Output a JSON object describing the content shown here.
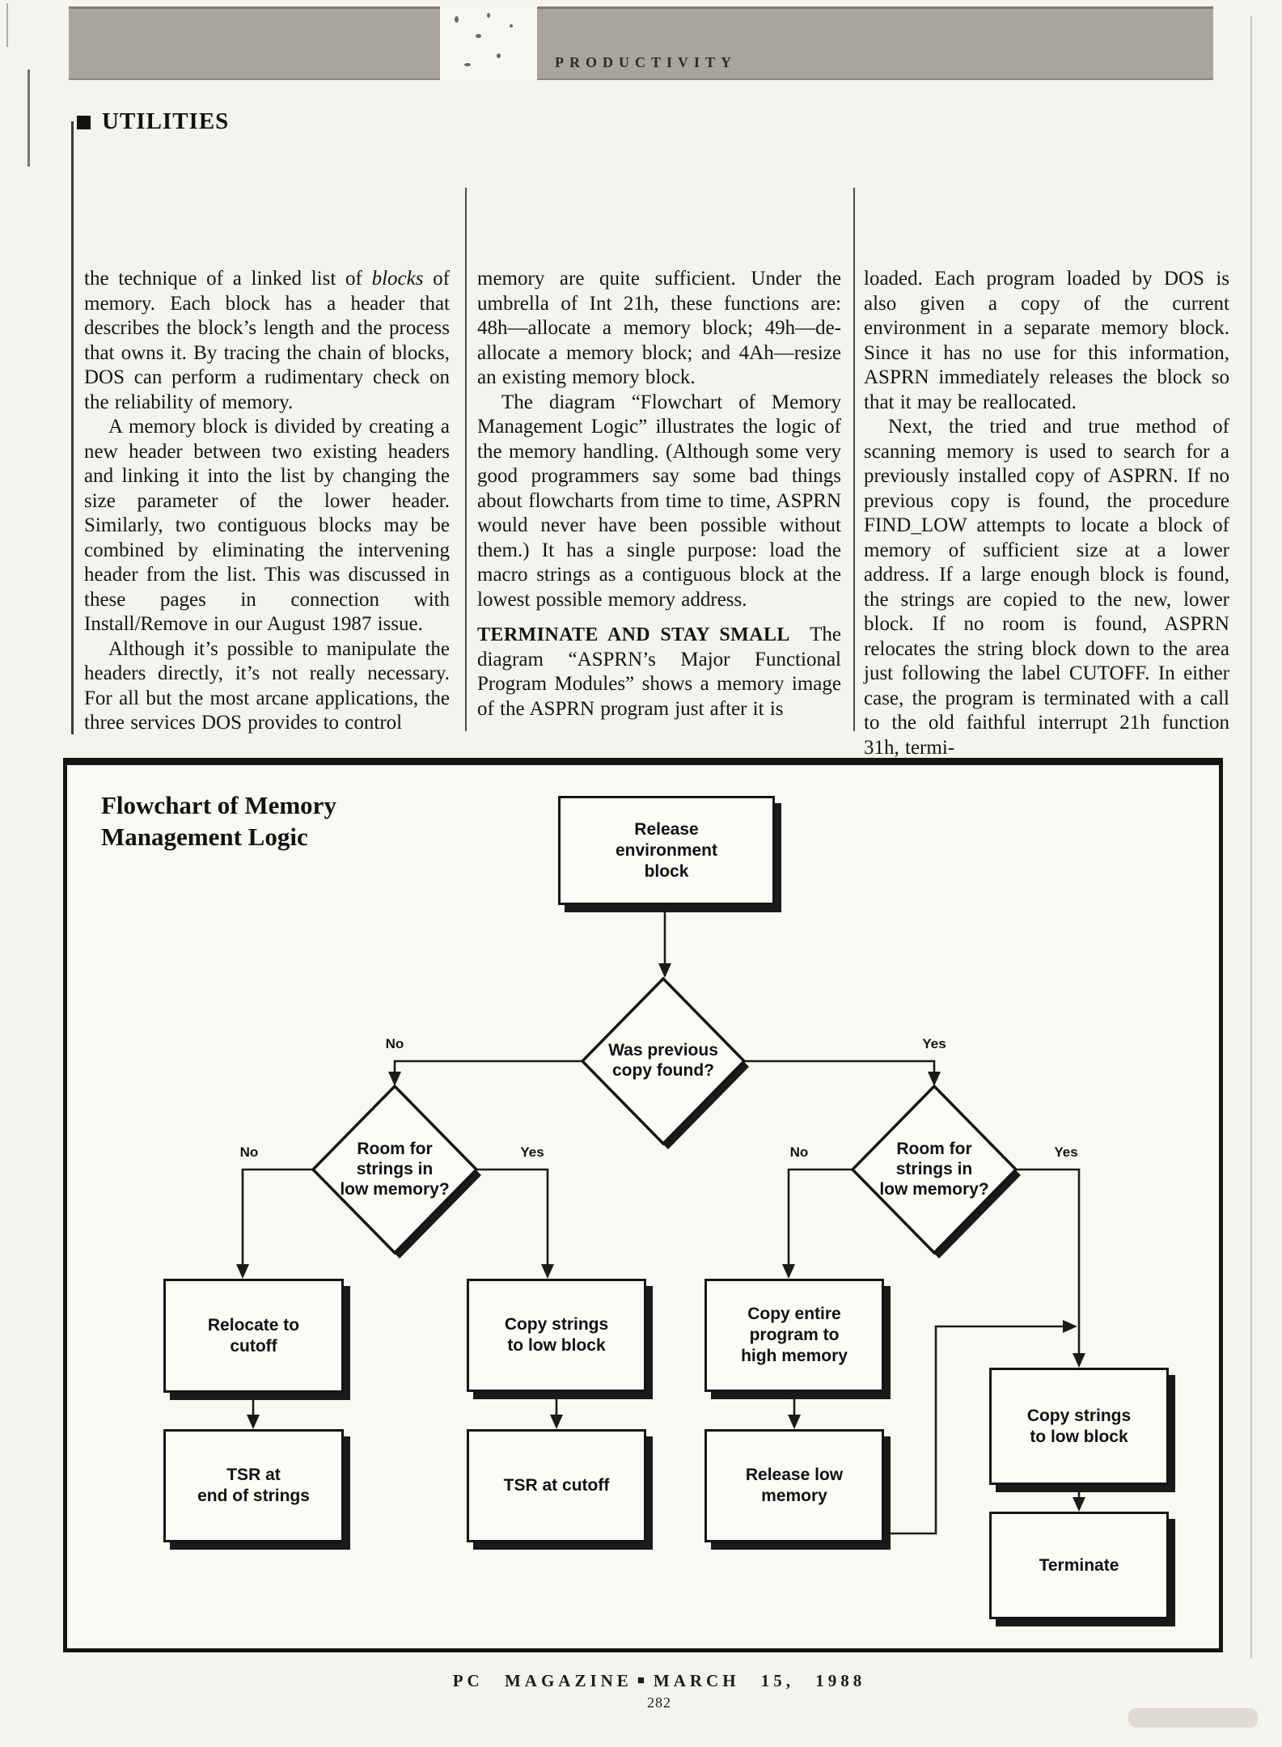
{
  "header": {
    "banner_label": "PRODUCTIVITY",
    "section_label": "UTILITIES"
  },
  "article": {
    "columns": [
      {
        "paragraphs": [
          {
            "text": "the technique of a linked list of *blocks* of memory. Each block has a header that describes the block’s length and the process that owns it. By tracing the chain of blocks, DOS can perform a rudimentary check on the reliability of memory."
          },
          {
            "text": "A memory block is divided by creating a new header between two existing headers and linking it into the list by changing the size parameter of the lower header. Similarly, two contiguous blocks may be combined by eliminating the intervening header from the list. This was discussed in these pages in connection with Install/Remove in our August 1987 issue."
          },
          {
            "text": "Although it’s possible to manipulate the headers directly, it’s not really necessary. For all but the most arcane applications, the three services DOS provides to control"
          }
        ]
      },
      {
        "paragraphs": [
          {
            "text": "memory are quite sufficient. Under the umbrella of Int 21h, these functions are: 48h—allocate a memory block; 49h—de-allocate a memory block; and 4Ah—resize an existing memory block."
          },
          {
            "text": "The diagram “Flowchart of Memory Management Logic” illustrates the logic of the memory handling. (Although some very good programmers say some bad things about flowcharts from time to time, ASPRN would never have been possible without them.) It has a single purpose: load the macro strings as a contiguous block at the lowest possible memory address."
          },
          {
            "lead": "TERMINATE AND STAY SMALL",
            "text": "The diagram “ASPRN’s Major Functional Program Modules” shows a memory image of the ASPRN program just after it is"
          }
        ]
      },
      {
        "paragraphs": [
          {
            "text": "loaded. Each program loaded by DOS is also given a copy of the current environment in a separate memory block. Since it has no use for this information, ASPRN immediately releases the block so that it may be reallocated."
          },
          {
            "text": "Next, the tried and true method of scanning memory is used to search for a previously installed copy of ASPRN. If no previous copy is found, the procedure FIND_LOW attempts to locate a block of memory of sufficient size at a lower address. If a large enough block is found, the strings are copied to the new, lower block. If no room is found, ASPRN relocates the string block down to the area just following the label CUTOFF. In either case, the program is terminated with a call to the old faithful interrupt 21h function 31h, termi-"
          }
        ]
      }
    ]
  },
  "chart": {
    "title_lines": [
      "Flowchart of Memory",
      "Management Logic"
    ],
    "nodes": {
      "release_env": "Release\nenvironment\nblock",
      "prev_copy": "Was previous\ncopy found?",
      "room_left": "Room for\nstrings in\nlow memory?",
      "room_right": "Room for\nstrings in\nlow memory?",
      "relocate": "Relocate to\ncutoff",
      "tsr_end": "TSR at\nend of strings",
      "copy_low_left": "Copy strings\nto low block",
      "tsr_cutoff": "TSR at cutoff",
      "copy_entire": "Copy entire\nprogram to\nhigh memory",
      "release_low": "Release low\nmemory",
      "copy_low_right": "Copy strings\nto low block",
      "terminate": "Terminate"
    },
    "labels": {
      "no1": "No",
      "yes1": "Yes",
      "no2": "No",
      "yes2": "Yes",
      "no3": "No",
      "yes3": "Yes"
    },
    "line_color": "#1b1b1b"
  },
  "footer": {
    "magazine": "PC MAGAZINE",
    "separator": "■",
    "date": "MARCH 15, 1988",
    "page_number": "282"
  }
}
